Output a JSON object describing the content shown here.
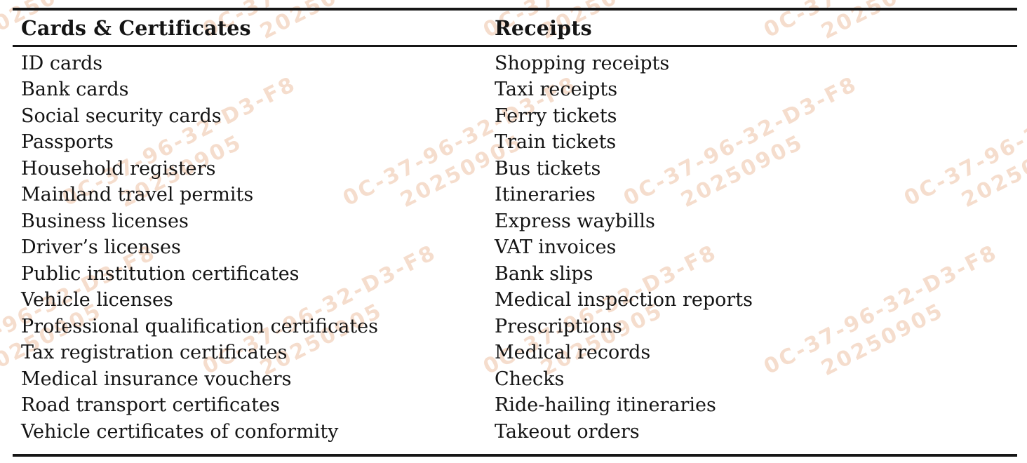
{
  "table": {
    "columns": [
      "Cards & Certificates",
      "Receipts"
    ],
    "rows": [
      [
        "ID cards",
        "Shopping receipts"
      ],
      [
        "Bank cards",
        "Taxi receipts"
      ],
      [
        "Social security cards",
        "Ferry tickets"
      ],
      [
        "Passports",
        "Train tickets"
      ],
      [
        "Household registers",
        "Bus tickets"
      ],
      [
        "Mainland travel permits",
        "Itineraries"
      ],
      [
        "Business licenses",
        "Express waybills"
      ],
      [
        "Driver’s licenses",
        "VAT invoices"
      ],
      [
        "Public institution certificates",
        "Bank slips"
      ],
      [
        "Vehicle licenses",
        "Medical inspection reports"
      ],
      [
        "Professional qualification certificates",
        "Prescriptions"
      ],
      [
        "Tax registration certificates",
        "Medical records"
      ],
      [
        "Medical insurance vouchers",
        "Checks"
      ],
      [
        "Road transport certificates",
        "Ride-hailing itineraries"
      ],
      [
        "Vehicle certificates of conformity",
        "Takeout orders"
      ]
    ]
  },
  "watermark": {
    "line1": "0C-37-96-32-D3-F8",
    "line2": "20250905",
    "color": "#f5ddcd"
  },
  "colors": {
    "rule": "#161616",
    "text": "#141414",
    "background": "#ffffff"
  }
}
